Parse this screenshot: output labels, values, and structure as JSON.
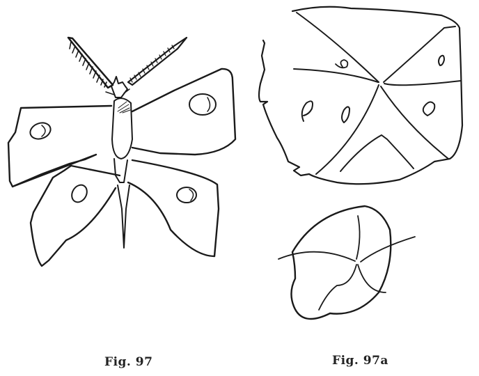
{
  "figures": [
    {
      "id": "fig-97",
      "caption": "Fig. 97",
      "subject": "butterfly-drawing"
    },
    {
      "id": "fig-97a",
      "caption": "Fig. 97a",
      "subject": "folded-paper-and-flower-drawings"
    }
  ],
  "colors": {
    "ink": "#1a1a1a",
    "paper": "#ffffff"
  }
}
